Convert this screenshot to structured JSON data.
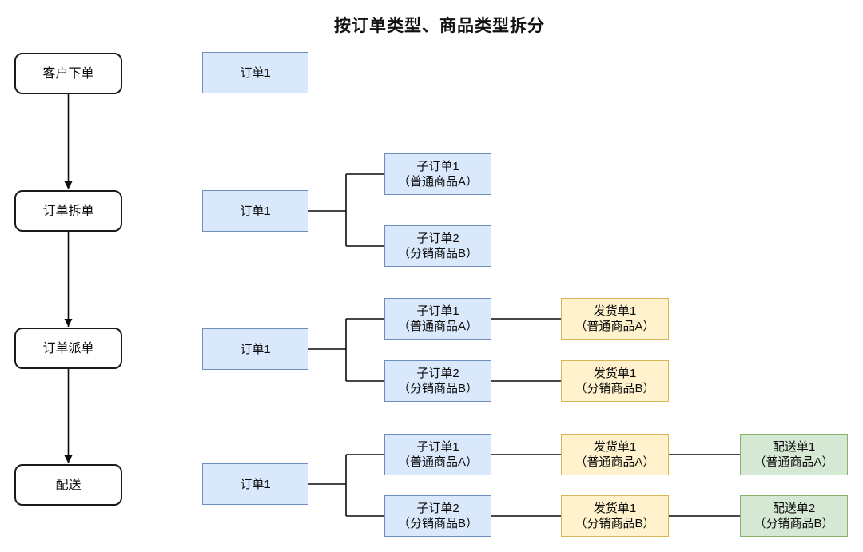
{
  "title": "按订单类型、商品类型拆分",
  "process_flow": {
    "steps": [
      {
        "label": "客户下单"
      },
      {
        "label": "订单拆单"
      },
      {
        "label": "订单派单"
      },
      {
        "label": "配送"
      }
    ]
  },
  "stages": {
    "customer_order": {
      "order": {
        "title": "订单1"
      }
    },
    "order_split": {
      "order": {
        "title": "订单1"
      },
      "sub_orders": [
        {
          "title": "子订单1",
          "subtitle": "（普通商品A）"
        },
        {
          "title": "子订单2",
          "subtitle": "（分销商品B）"
        }
      ]
    },
    "order_dispatch": {
      "order": {
        "title": "订单1"
      },
      "sub_orders": [
        {
          "title": "子订单1",
          "subtitle": "（普通商品A）"
        },
        {
          "title": "子订单2",
          "subtitle": "（分销商品B）"
        }
      ],
      "shipments": [
        {
          "title": "发货单1",
          "subtitle": "（普通商品A）"
        },
        {
          "title": "发货单1",
          "subtitle": "（分销商品B）"
        }
      ]
    },
    "delivery": {
      "order": {
        "title": "订单1"
      },
      "sub_orders": [
        {
          "title": "子订单1",
          "subtitle": "（普通商品A）"
        },
        {
          "title": "子订单2",
          "subtitle": "（分销商品B）"
        }
      ],
      "shipments": [
        {
          "title": "发货单1",
          "subtitle": "（普通商品A）"
        },
        {
          "title": "发货单1",
          "subtitle": "（分销商品B）"
        }
      ],
      "deliveries": [
        {
          "title": "配送单1",
          "subtitle": "（普通商品A）"
        },
        {
          "title": "配送单2",
          "subtitle": "（分销商品B）"
        }
      ]
    }
  },
  "colors": {
    "order_box_fill": "#dae8fc",
    "order_box_border": "#6c8ebf",
    "shipment_box_fill": "#fff2cc",
    "shipment_box_border": "#d6b656",
    "delivery_box_fill": "#d5e8d4",
    "delivery_box_border": "#82b366",
    "connector": "#000000"
  }
}
